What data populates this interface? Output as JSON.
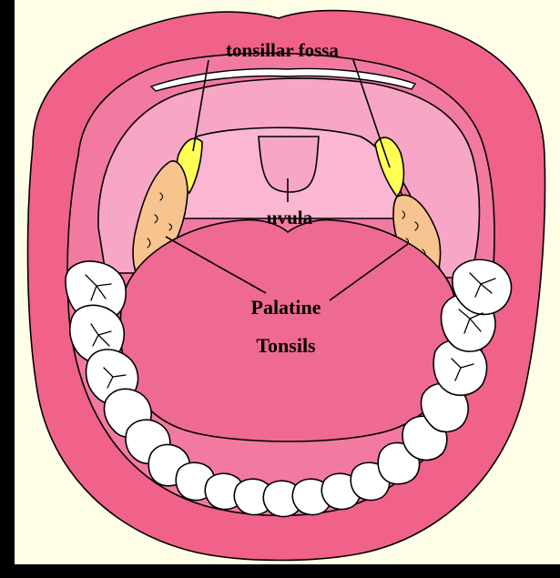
{
  "diagram": {
    "labels": {
      "tonsillar_fossa": "tonsillar fossa",
      "uvula": "uvula",
      "palatine_line1": "Palatine",
      "palatine_line2": "Tonsils"
    },
    "colors": {
      "frame": "#000000",
      "background": "#FFFFE8",
      "lips": "#F0628A",
      "oral_cavity": "#F27AA0",
      "palate": "#F7A6C6",
      "soft_palate": "#FBB6D2",
      "tongue": "#EF6A92",
      "tonsil": "#F7C38E",
      "tonsillar_fossa": "#FFFF55",
      "teeth": "#FFFFFF"
    }
  }
}
